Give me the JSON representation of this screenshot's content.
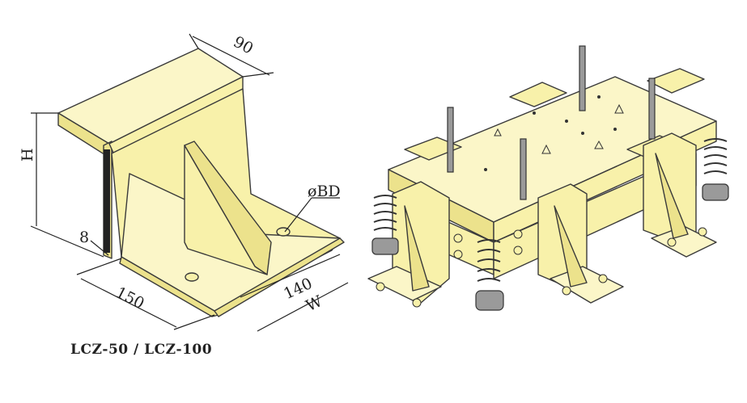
{
  "left_drawing": {
    "dimensions": {
      "top_width": "90",
      "height": "H",
      "thickness": "8",
      "base_depth": "150",
      "hole_offset": "140",
      "width": "W",
      "bolt_diameter": "øBD"
    },
    "caption": "LCZ-50 / LCZ-100"
  },
  "colors": {
    "part_fill": "#f8f1aa",
    "outline": "#3a3a3a",
    "spring_mount": "#9a9a9a"
  }
}
